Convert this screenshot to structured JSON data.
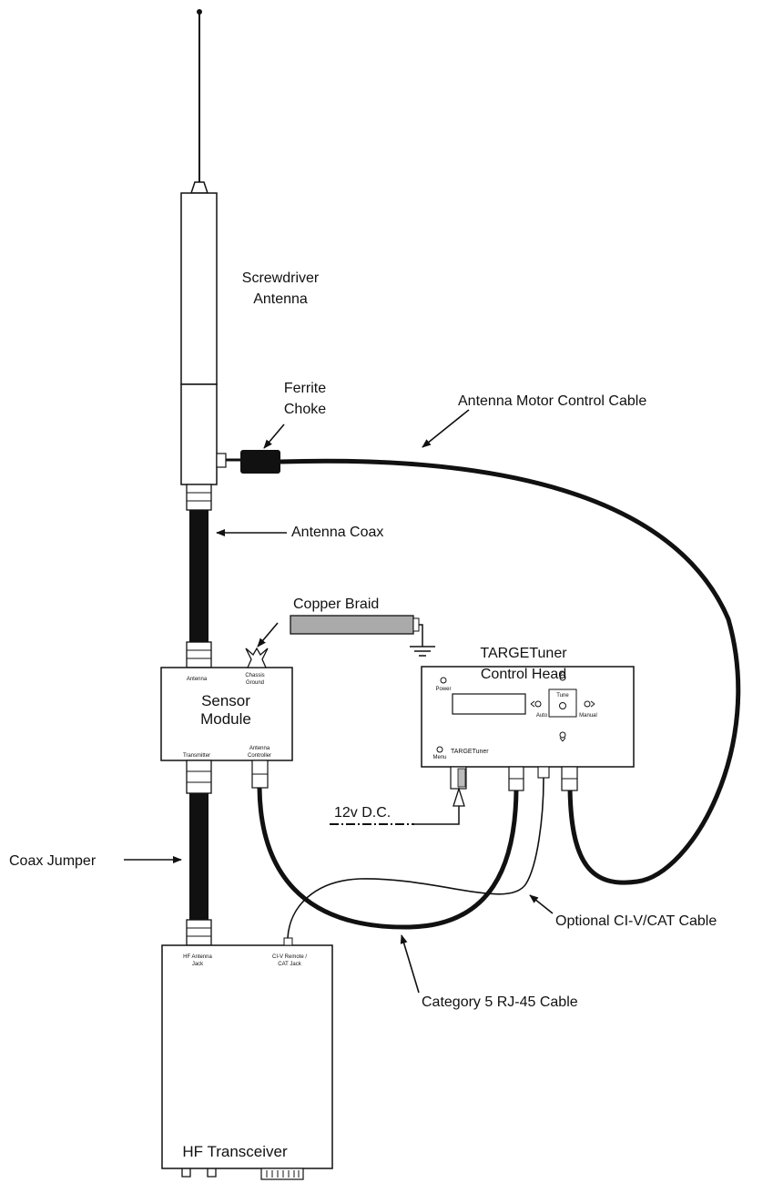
{
  "labels": {
    "screwdriver_1": "Screwdriver",
    "screwdriver_2": "Antenna",
    "ferrite_1": "Ferrite",
    "ferrite_2": "Choke",
    "motor_cable": "Antenna Motor Control Cable",
    "antenna_coax": "Antenna Coax",
    "copper_braid": "Copper Braid",
    "targetuner_1": "TARGETuner",
    "targetuner_2": "Control Head",
    "sensor_1": "Sensor",
    "sensor_2": "Module",
    "power_12v": "12v D.C.",
    "coax_jumper": "Coax Jumper",
    "civ_cable": "Optional CI-V/CAT Cable",
    "cat5_cable": "Category 5 RJ-45 Cable",
    "hf_transceiver": "HF Transceiver"
  },
  "ports": {
    "sensor_antenna": "Antenna",
    "sensor_chassis_1": "Chassis",
    "sensor_chassis_2": "Ground",
    "sensor_transmitter": "Transmitter",
    "sensor_controller_1": "Antenna",
    "sensor_controller_2": "Controller",
    "hf_jack_1": "HF Antenna",
    "hf_jack_2": "Jack",
    "civ_jack_1": "CI-V Remote /",
    "civ_jack_2": "CAT Jack"
  },
  "panel": {
    "power": "Power",
    "menu": "Menu",
    "brand": "TARGETuner",
    "tune": "Tune",
    "auto": "Auto",
    "manual": "Manual"
  }
}
